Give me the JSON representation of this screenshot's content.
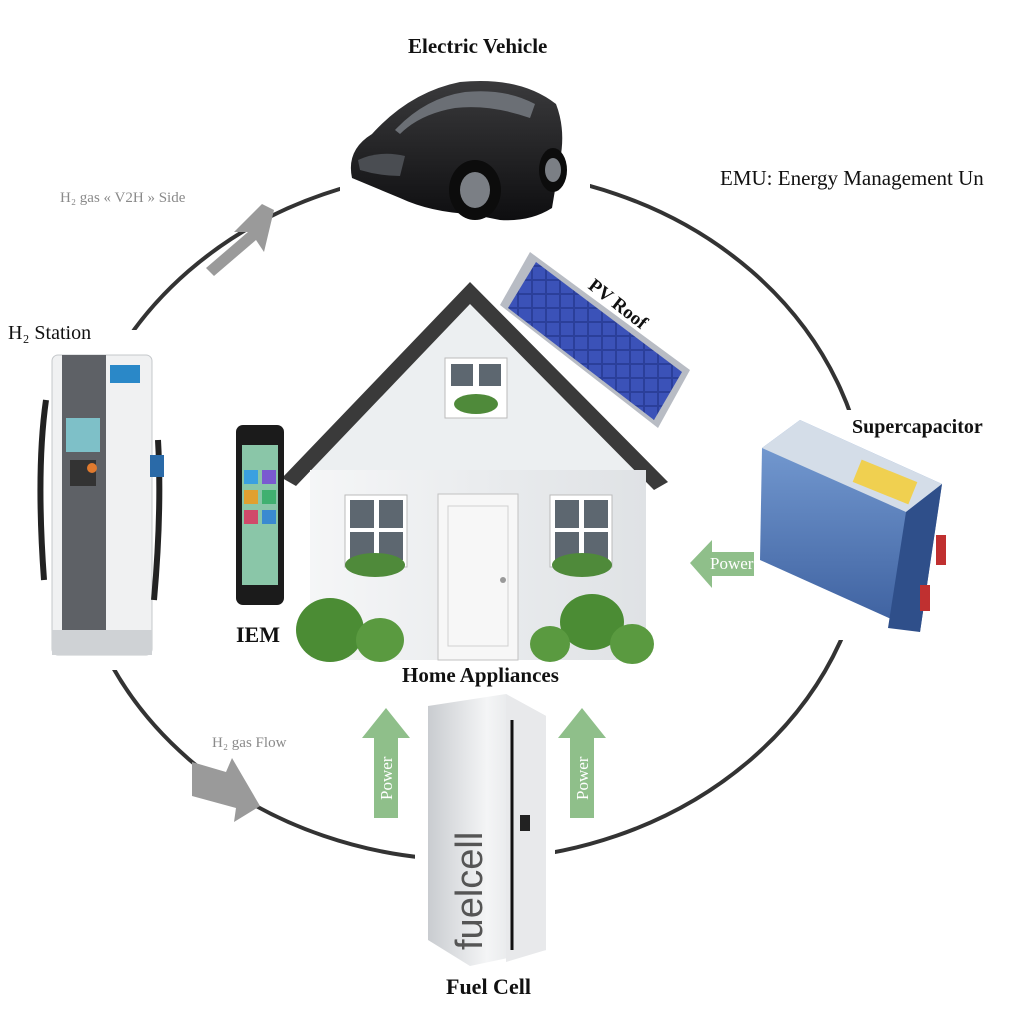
{
  "labels": {
    "electric_vehicle": "Electric Vehicle",
    "emu": "EMU: Energy Management Un",
    "h2_v2h": "H₂ gas « V2H » Side",
    "h2_station": "H₂ Station",
    "pv_roof": "PV Roof",
    "supercapacitor": "Supercapacitor",
    "iem": "IEM",
    "home_appliances": "Home Appliances",
    "h2_flow": "H₂ gas Flow",
    "fuel_cell": "Fuel Cell",
    "power_right": "Power",
    "power_left": "Power",
    "power_middle": "Power",
    "fuelcell_brand": "fuelcell"
  },
  "colors": {
    "ring": "#333333",
    "gray_arrow": "#9a9a9a",
    "power_arrow": "#8fbf8a",
    "car": "#1c1c1e",
    "solar_panel": "#2b3f9a",
    "supercap": "#4f78b8",
    "house_wall": "#eceff1",
    "roof": "#3a3a3a"
  },
  "icons": [
    "electric-car-icon",
    "hydrogen-station-icon",
    "solar-panel-icon",
    "supercapacitor-icon",
    "smartphone-icon",
    "house-icon",
    "fuel-cell-icon"
  ]
}
